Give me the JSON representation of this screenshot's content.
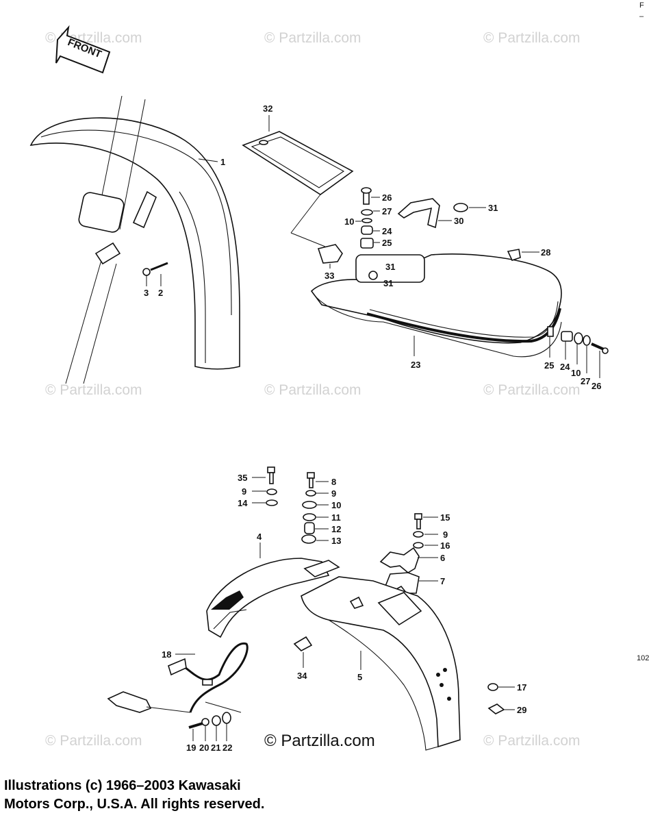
{
  "corner_marks": {
    "top_right_1": "F",
    "top_right_2": "–",
    "side_code": "102"
  },
  "front_label": "FRONT",
  "watermarks": [
    "© Partzilla.com",
    "© Partzilla.com",
    "© Partzilla.com",
    "© Partzilla.com",
    "© Partzilla.com",
    "© Partzilla.com",
    "© Partzilla.com",
    "© Partzilla.com"
  ],
  "main_watermark": "© Partzilla.com",
  "copyright": {
    "line1": "Illustrations (c) 1966–2003 Kawasaki",
    "line2": "Motors Corp., U.S.A.  All rights reserved."
  },
  "callouts": {
    "c1": "1",
    "c2": "2",
    "c3": "3",
    "c32": "32",
    "c26a": "26",
    "c27a": "27",
    "c10a": "10",
    "c24a": "24",
    "c25a": "25",
    "c30": "30",
    "c31a": "31",
    "c31b": "31",
    "c31c": "31",
    "c28": "28",
    "c33": "33",
    "c23": "23",
    "c25b": "25",
    "c24b": "24",
    "c10b": "10",
    "c27b": "27",
    "c26b": "26",
    "c35": "35",
    "c9a": "9",
    "c14": "14",
    "c8": "8",
    "c9b": "9",
    "c10c": "10",
    "c11": "11",
    "c12": "12",
    "c13": "13",
    "c15": "15",
    "c9c": "9",
    "c16": "16",
    "c6": "6",
    "c7": "7",
    "c4": "4",
    "c18": "18",
    "c34": "34",
    "c5": "5",
    "c17": "17",
    "c29": "29",
    "c19": "19",
    "c20": "20",
    "c21": "21",
    "c22": "22"
  }
}
